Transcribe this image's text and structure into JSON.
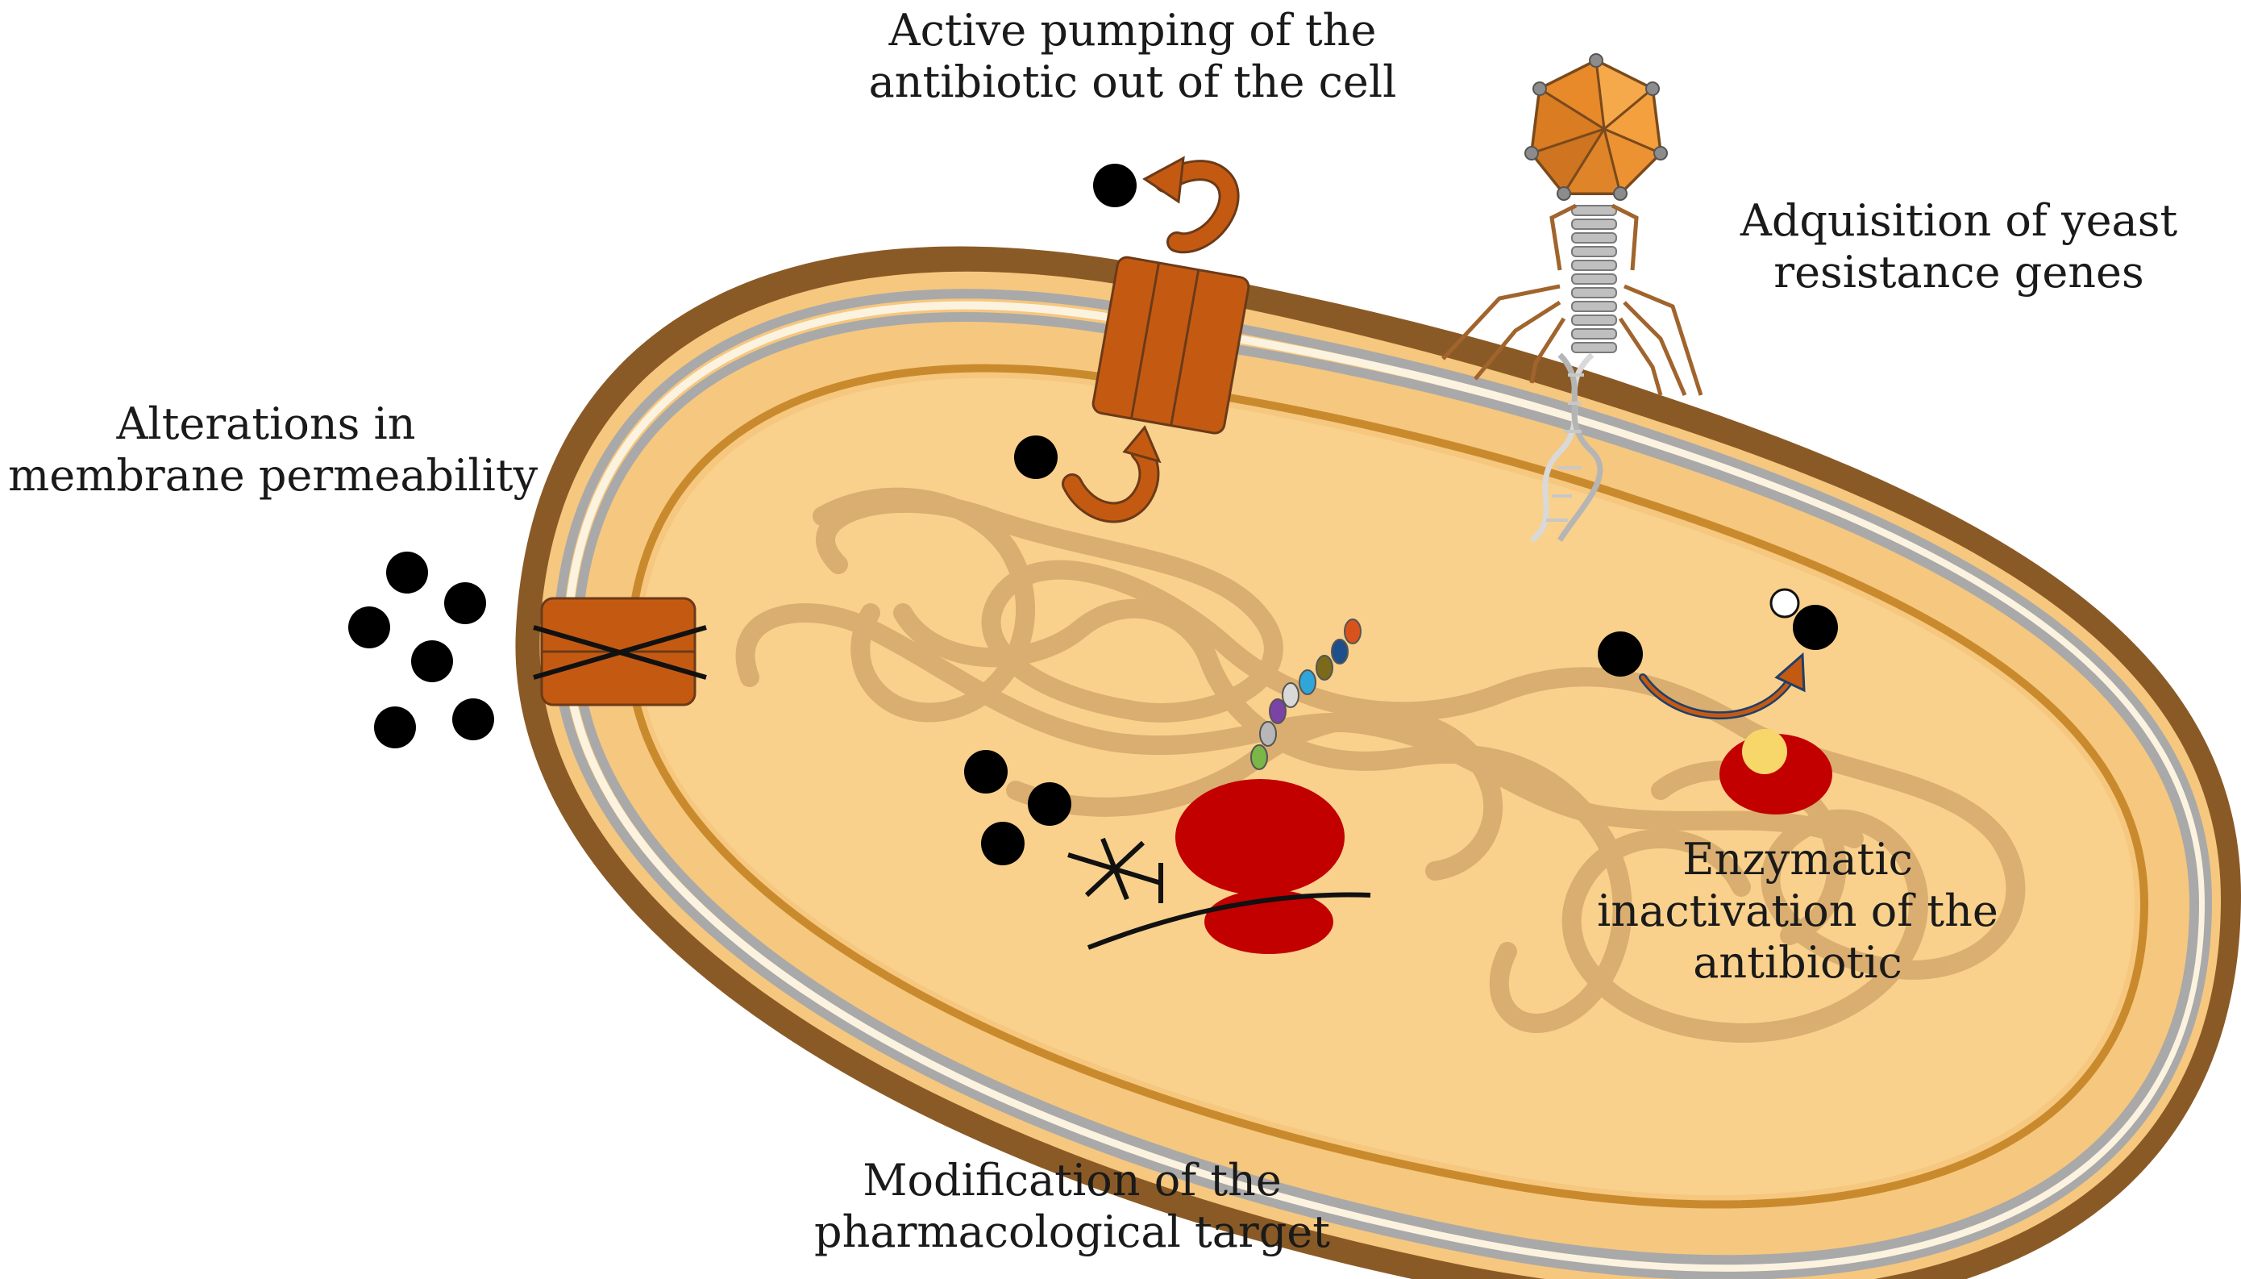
{
  "labels": {
    "membrane": [
      "Alterations in",
      "membrane permeability"
    ],
    "pumping": [
      "Active pumping of the",
      "antibiotic out of the cell"
    ],
    "yeast": [
      "Adquisition of yeast",
      "resistance genes"
    ],
    "enzymatic": [
      "Enzymatic",
      "inactivation of the",
      "antibiotic"
    ],
    "target": [
      "Modification of the",
      "pharmacological target"
    ]
  },
  "colors": {
    "cell_wall": "#8a5a26",
    "periplasm": "#f6c77e",
    "membrane_gray": "#a9a9a9",
    "membrane_light": "#fbf3df",
    "inner_ring": "#c98a2e",
    "cytoplasm": "#f9d18c",
    "dna": "#d6ab6e",
    "porin": "#c45a12",
    "antibiotic": "#000000",
    "ribosome": "#c20000",
    "enzyme_site": "#f7d66a",
    "phage_head": "#f0922f"
  },
  "icons": {
    "porin_blocked": "blocked-porin-icon",
    "efflux_pump": "efflux-pump-icon",
    "bacteriophage": "bacteriophage-icon",
    "dna_helix": "dna-helix-icon",
    "ribosome": "ribosome-icon",
    "enzyme": "enzyme-icon"
  }
}
